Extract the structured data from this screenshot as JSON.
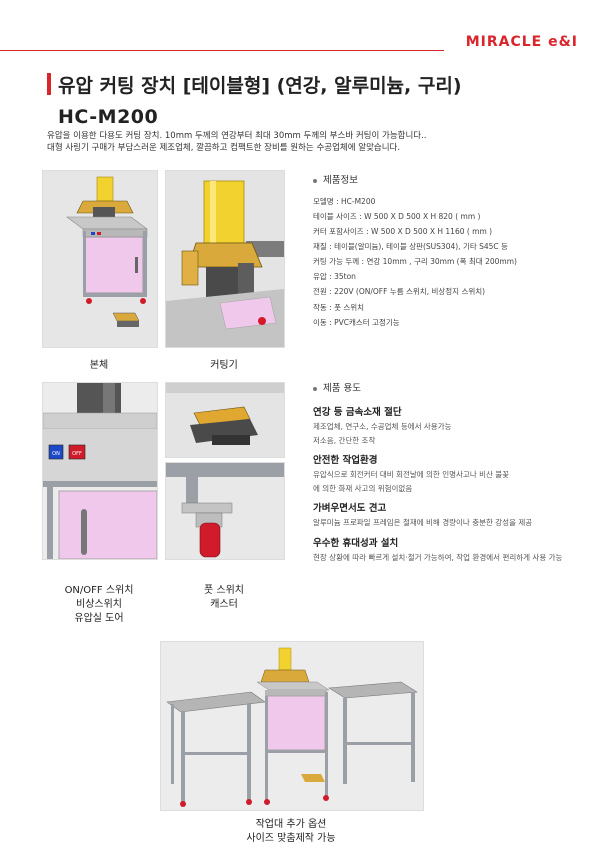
{
  "brand": {
    "logo": "MIRACLE e&I",
    "accent": "#d9252b"
  },
  "header": {
    "title": "유압 커팅 장치 [테이블형] (연강, 알루미늄, 구리)",
    "model": "HC-M200",
    "intro": [
      "유압을 이용한 다용도 커팅 장치.  10mm 두께의 연강부터 최대 30mm 두께의 부스바 커팅이 가능합니다..",
      "대형 사링기 구매가 부담스러운 제조업체, 깔끔하고 컴팩트한 장비를 원하는 수공업체에 알맞습니다."
    ]
  },
  "photos": {
    "body_caption": "본체",
    "cutter_caption": "커팅기",
    "switch_caption": [
      "ON/OFF 스위치",
      "비상스위치",
      "유압실 도어"
    ],
    "foot_caption": [
      "풋 스위치",
      "캐스터"
    ],
    "table_caption": [
      "작업대 추가 옵션",
      "사이즈 맞춤제작 가능"
    ],
    "switch_labels": {
      "on": "ON",
      "off": "OFF"
    }
  },
  "specs": {
    "heading": "제품정보",
    "items": [
      "모델명 :  HC-M200",
      "테이블 사이즈 :  W 500 X D 500 X H 820 ( mm )",
      "커터 포함사이즈 :  W 500 X D 500 X H 1160 ( mm )",
      "재질 : 테이블(알미늄), 테이블 상판(SUS304), 기타 S45C 등",
      "커팅 가능 두께 :  연강 10mm , 구리 30mm  (폭 최대 200mm)",
      "유압 : 35ton",
      "전원 : 220V (ON/OFF 누름 스위치, 비상정지 스위치)",
      "작동 : 풋 스위치",
      "이동 : PVC캐스터 고정기능"
    ]
  },
  "uses": {
    "heading": "제품 용도",
    "items": [
      {
        "title": "연강 등 금속소재 절단",
        "desc": [
          "제조업체, 연구소, 수공업체 등에서 사용가능",
          "저소음, 간단한 조작"
        ]
      },
      {
        "title": "안전한 작업환경",
        "desc": [
          "유압식으로 회전커터 대비 회전날에 의한 인명사고나 비산 불꽃",
          "에 의한 화재 사고의 위험이없음"
        ]
      },
      {
        "title": "가벼우면서도 견고",
        "desc": [
          "알루미늄 프로파일 프레임은 철재에 비해 경량이나 충분한 강성을 제공"
        ]
      },
      {
        "title": "우수한 휴대성과 설치",
        "desc": [
          "현장 상황에 따라 빠르게 설치·철거 가능하여, 작업 환경에서 편리하게 사용 가능"
        ]
      }
    ]
  },
  "colors": {
    "cabinet": "#f0c8ec",
    "cylinder": "#f2d22e",
    "frame": "#9aa0a6",
    "caster": "#d11b2a"
  }
}
